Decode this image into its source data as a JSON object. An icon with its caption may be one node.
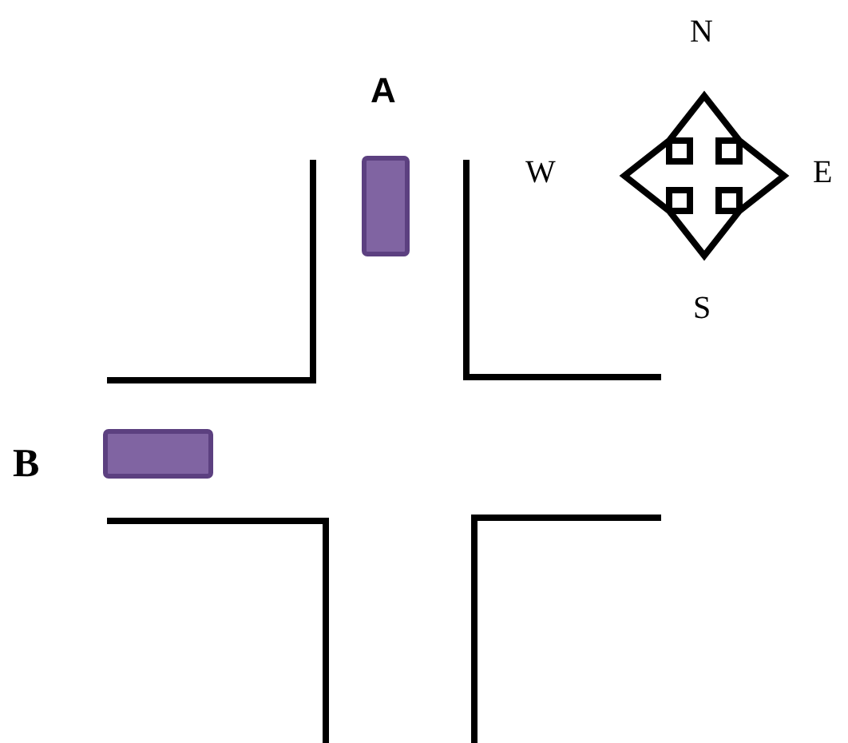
{
  "diagram": {
    "labels": [
      "A",
      "B",
      "N",
      "W",
      "E",
      "S"
    ]
  }
}
